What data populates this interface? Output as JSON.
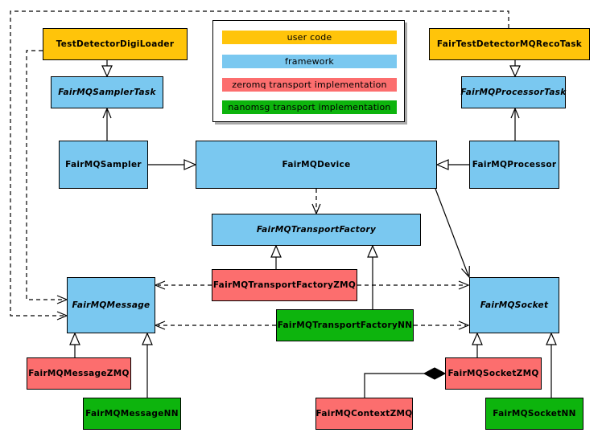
{
  "diagram_type": "uml-class-diagram",
  "colors": {
    "user_code": "#FFC40A",
    "framework": "#7AC8F0",
    "zeromq": "#FC6E6E",
    "nanomsg": "#0DB40D",
    "line": "#000000",
    "background": "#FFFFFF",
    "legend_shadow": "#A9A9A9"
  },
  "legend": {
    "items": [
      {
        "label": "user code",
        "color_key": "user_code"
      },
      {
        "label": "framework",
        "color_key": "framework"
      },
      {
        "label": "zeromq transport implementation",
        "color_key": "zeromq"
      },
      {
        "label": "nanomsg transport implementation",
        "color_key": "nanomsg"
      }
    ]
  },
  "nodes": {
    "test_detector_digi_loader": {
      "label": "TestDetectorDigiLoader",
      "category": "user code",
      "abstract": false
    },
    "fairmq_sampler_task": {
      "label": "FairMQSamplerTask",
      "category": "framework",
      "abstract": true
    },
    "fairmq_sampler": {
      "label": "FairMQSampler",
      "category": "framework",
      "abstract": false
    },
    "fairmq_device": {
      "label": "FairMQDevice",
      "category": "framework",
      "abstract": false
    },
    "fair_test_detector_mq_reco_task": {
      "label": "FairTestDetectorMQRecoTask",
      "category": "user code",
      "abstract": false
    },
    "fairmq_processor_task": {
      "label": "FairMQProcessorTask",
      "category": "framework",
      "abstract": true
    },
    "fairmq_processor": {
      "label": "FairMQProcessor",
      "category": "framework",
      "abstract": false
    },
    "fairmq_transport_factory": {
      "label": "FairMQTransportFactory",
      "category": "framework",
      "abstract": true
    },
    "fairmq_transport_factory_zmq": {
      "label": "FairMQTransportFactoryZMQ",
      "category": "zeromq",
      "abstract": false
    },
    "fairmq_transport_factory_nn": {
      "label": "FairMQTransportFactoryNN",
      "category": "nanomsg",
      "abstract": false
    },
    "fairmq_message": {
      "label": "FairMQMessage",
      "category": "framework",
      "abstract": true
    },
    "fairmq_socket": {
      "label": "FairMQSocket",
      "category": "framework",
      "abstract": true
    },
    "fairmq_message_zmq": {
      "label": "FairMQMessageZMQ",
      "category": "zeromq",
      "abstract": false
    },
    "fairmq_message_nn": {
      "label": "FairMQMessageNN",
      "category": "nanomsg",
      "abstract": false
    },
    "fairmq_socket_zmq": {
      "label": "FairMQSocketZMQ",
      "category": "zeromq",
      "abstract": false
    },
    "fairmq_socket_nn": {
      "label": "FairMQSocketNN",
      "category": "nanomsg",
      "abstract": false
    },
    "fairmq_context_zmq": {
      "label": "FairMQContextZMQ",
      "category": "zeromq",
      "abstract": false
    }
  },
  "relationships": [
    {
      "from": "TestDetectorDigiLoader",
      "to": "FairMQSamplerTask",
      "type": "inheritance"
    },
    {
      "from": "FairTestDetectorMQRecoTask",
      "to": "FairMQProcessorTask",
      "type": "inheritance"
    },
    {
      "from": "FairMQSampler",
      "to": "FairMQDevice",
      "type": "inheritance"
    },
    {
      "from": "FairMQProcessor",
      "to": "FairMQDevice",
      "type": "inheritance"
    },
    {
      "from": "FairMQSampler",
      "to": "FairMQSamplerTask",
      "type": "association"
    },
    {
      "from": "FairMQProcessor",
      "to": "FairMQProcessorTask",
      "type": "association"
    },
    {
      "from": "FairMQDevice",
      "to": "FairMQTransportFactory",
      "type": "dashed-dependency"
    },
    {
      "from": "FairMQDevice",
      "to": "FairMQSocket",
      "type": "association"
    },
    {
      "from": "TestDetectorDigiLoader",
      "to": "FairMQMessage",
      "type": "dashed-dependency"
    },
    {
      "from": "FairTestDetectorMQRecoTask",
      "to": "FairMQMessage",
      "type": "dashed-dependency"
    },
    {
      "from": "FairMQTransportFactoryZMQ",
      "to": "FairMQTransportFactory",
      "type": "inheritance"
    },
    {
      "from": "FairMQTransportFactoryNN",
      "to": "FairMQTransportFactory",
      "type": "inheritance"
    },
    {
      "from": "FairMQTransportFactoryZMQ",
      "to": "FairMQMessage",
      "type": "dashed-dependency"
    },
    {
      "from": "FairMQTransportFactoryZMQ",
      "to": "FairMQSocket",
      "type": "dashed-dependency"
    },
    {
      "from": "FairMQTransportFactoryNN",
      "to": "FairMQMessage",
      "type": "dashed-dependency"
    },
    {
      "from": "FairMQTransportFactoryNN",
      "to": "FairMQSocket",
      "type": "dashed-dependency"
    },
    {
      "from": "FairMQMessageZMQ",
      "to": "FairMQMessage",
      "type": "inheritance"
    },
    {
      "from": "FairMQMessageNN",
      "to": "FairMQMessage",
      "type": "inheritance"
    },
    {
      "from": "FairMQSocketZMQ",
      "to": "FairMQSocket",
      "type": "inheritance"
    },
    {
      "from": "FairMQSocketNN",
      "to": "FairMQSocket",
      "type": "inheritance"
    },
    {
      "from": "FairMQContextZMQ",
      "to": "FairMQSocketZMQ",
      "type": "composition"
    }
  ]
}
